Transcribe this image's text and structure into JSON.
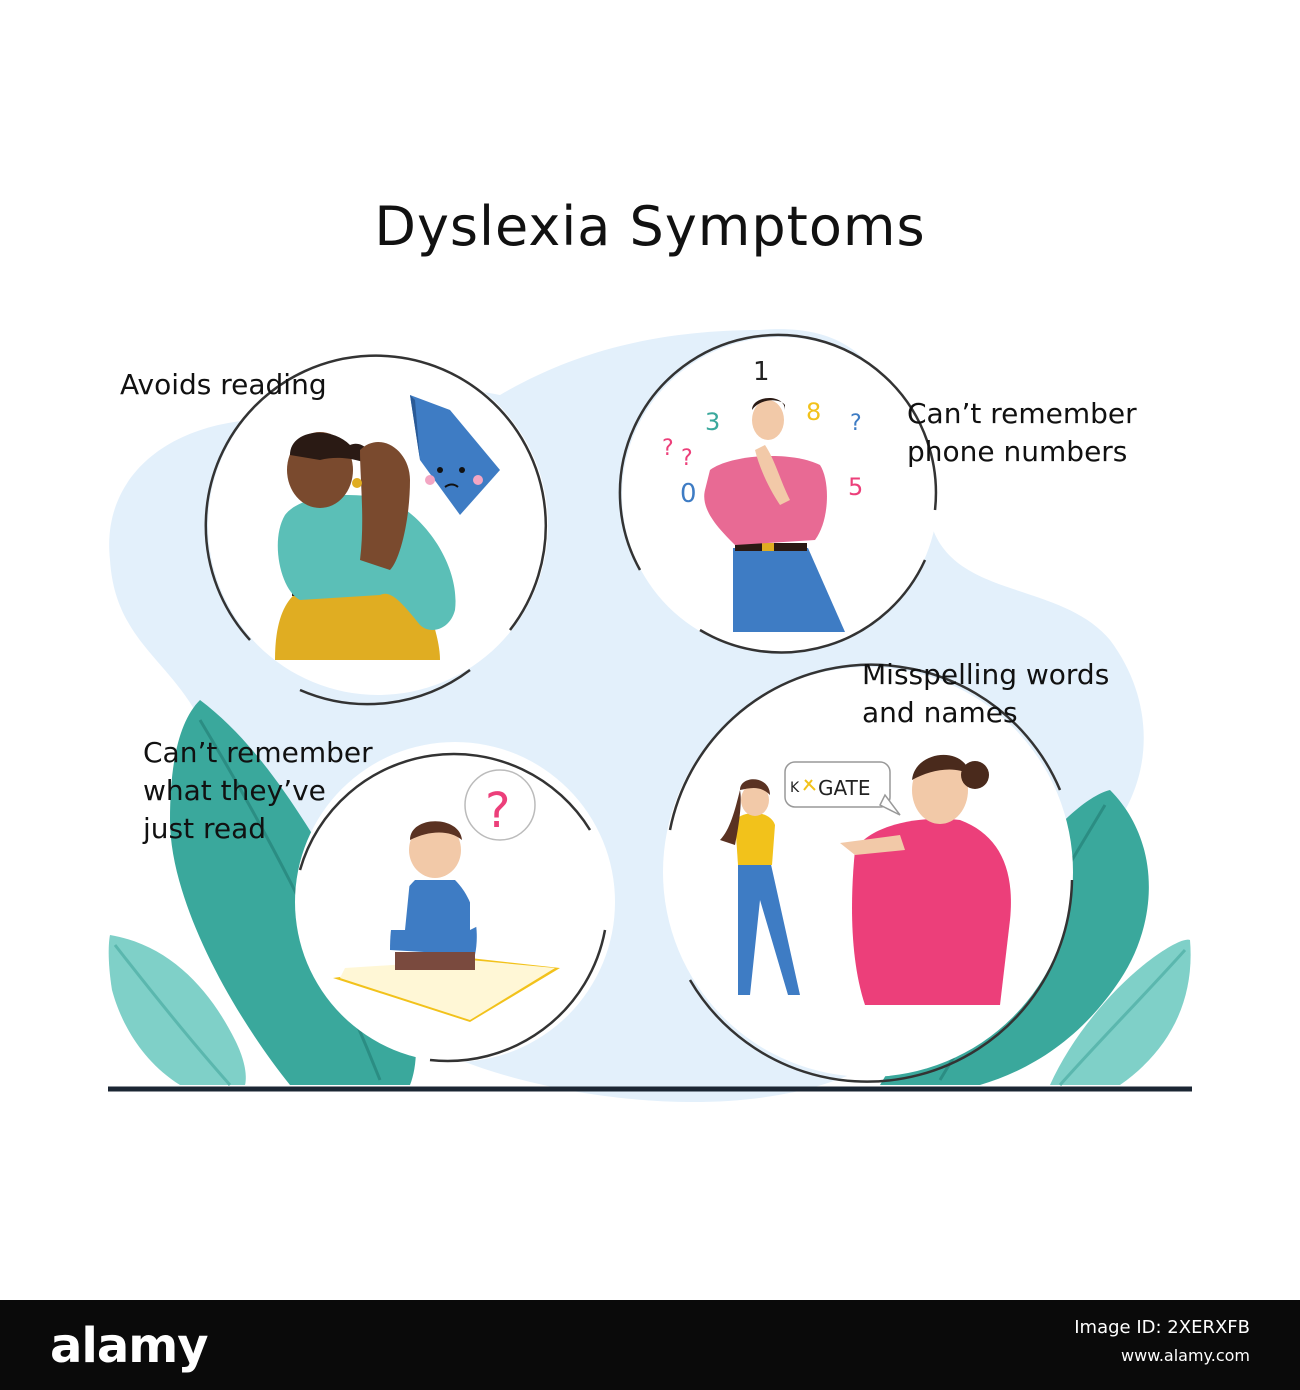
{
  "title": "Dyslexia Symptoms",
  "symptoms": [
    {
      "label": "Avoids reading"
    },
    {
      "label": "Can’t remember\nphone numbers"
    },
    {
      "label": "Misspelling words\nand names"
    },
    {
      "label": "Can’t remember\nwhat they’ve\njust read"
    }
  ],
  "phone_digits": [
    "1",
    "8",
    "?",
    "3",
    "?",
    "?",
    "0",
    "5"
  ],
  "question_mark": "?",
  "speech_word": "GATE",
  "colors": {
    "blob": "#e3f0fb",
    "leaf_dark": "#3aa89c",
    "leaf_light": "#7fd0c8",
    "circle_stroke": "#333333",
    "accent_pink": "#ec3f7a",
    "accent_blue": "#3e7cc4",
    "accent_yellow": "#f2c21b"
  },
  "watermark": "alamy",
  "footer": {
    "brand": "alamy",
    "image_id": "Image ID: 2XERXFB",
    "site": "www.alamy.com"
  }
}
